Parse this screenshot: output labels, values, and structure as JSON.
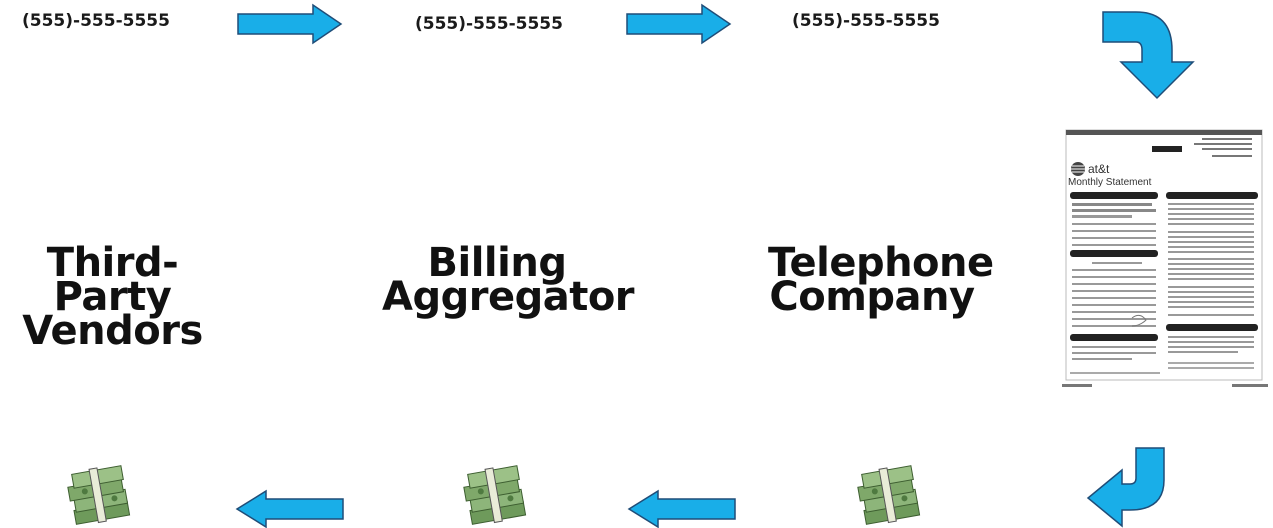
{
  "flow_top": {
    "phone_numbers": [
      "(555)-555-5555",
      "(555)-555-5555",
      "(555)-555-5555"
    ]
  },
  "entities": [
    {
      "line1": "Third-Party",
      "line2": "Vendors"
    },
    {
      "line1": "Billing",
      "line2": "Aggregator"
    },
    {
      "line1": "Telephone",
      "line2": "Company"
    }
  ],
  "bill": {
    "brand": "at&t",
    "heading": "Monthly Statement"
  },
  "colors": {
    "arrow_fill": "#19aee8",
    "arrow_stroke": "#1f4d78",
    "money_green": "#7fa86a"
  },
  "icons": [
    "right-arrow-icon",
    "curved-down-arrow-icon",
    "curved-left-arrow-icon",
    "left-arrow-icon",
    "money-stack-icon",
    "bill-document-icon"
  ]
}
